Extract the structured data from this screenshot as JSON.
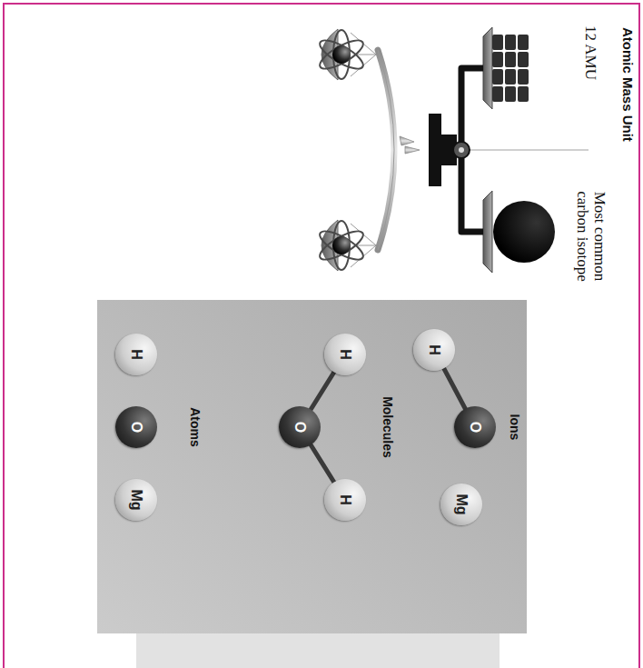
{
  "diagram": {
    "title": "Atomic Mass Unit",
    "nodes": [
      {
        "text": [
          "H"
        ]
      },
      {
        "text": [
          "O"
        ]
      },
      {
        "text": [
          "Mg"
        ]
      },
      {
        "text": [
          "H"
        ]
      },
      {
        "text": [
          "O"
        ]
      },
      {
        "text": [
          "H"
        ]
      },
      {
        "text": [
          "H"
        ]
      },
      {
        "text": [
          "O"
        ]
      },
      {
        "text": [
          "Mg"
        ]
      }
    ],
    "edges": [
      {
        "from": 4,
        "to": 3,
        "arrow": "none"
      },
      {
        "from": 4,
        "to": 5,
        "arrow": "none"
      },
      {
        "from": 6,
        "to": 7,
        "arrow": "none"
      }
    ],
    "labels": [
      "12 AMU",
      "Most common carbon isotope",
      "Atoms",
      "Molecules",
      "Ions"
    ]
  }
}
